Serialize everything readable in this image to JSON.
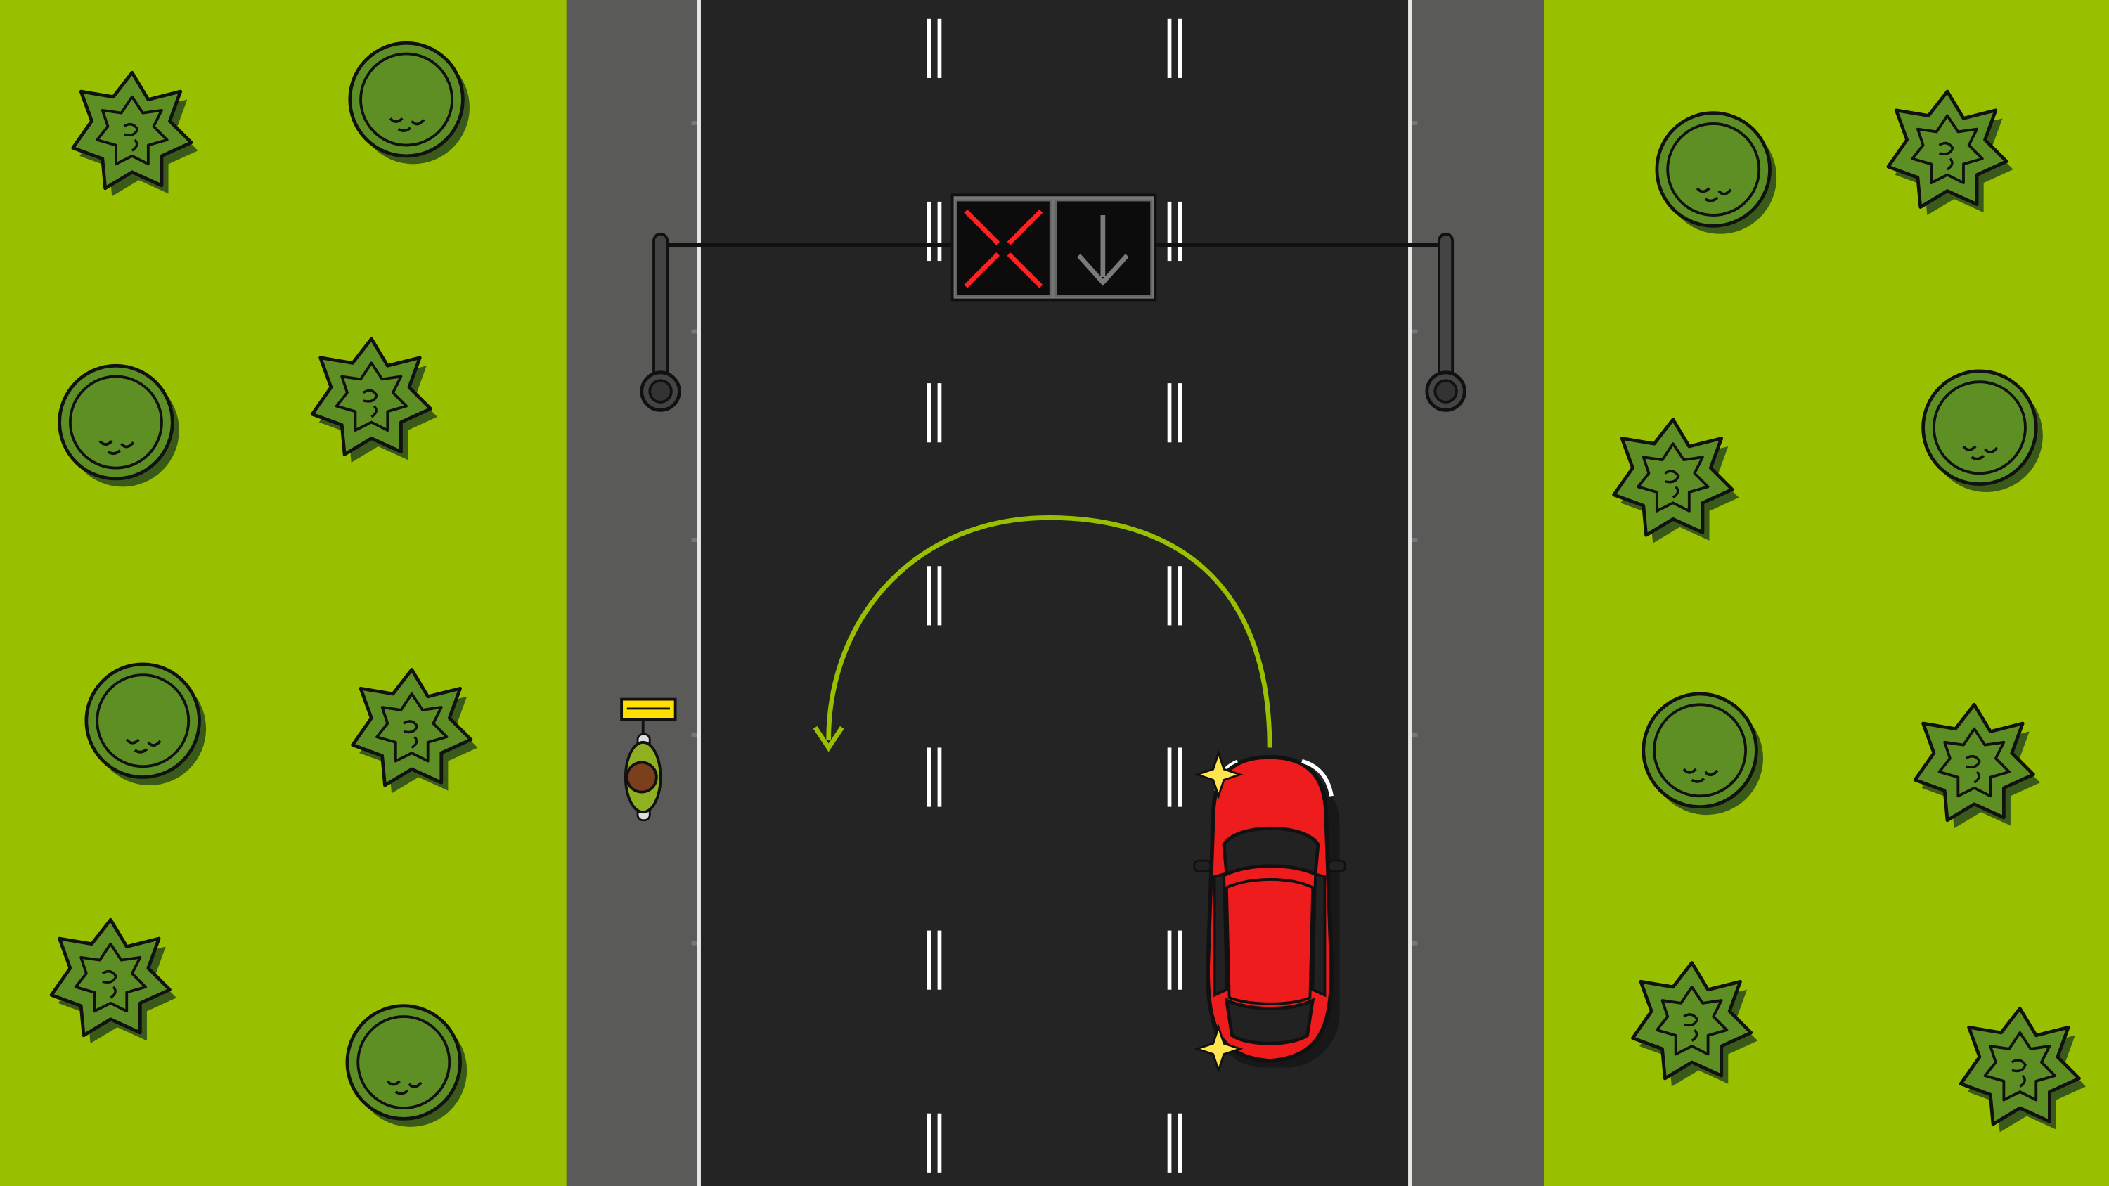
{
  "scene": {
    "colors": {
      "grass": "#98c000",
      "sidewalk": "#5a5a58",
      "road": "#242424",
      "marking": "#ffffff",
      "tree_fill": "#5e8f25",
      "tree_shadow": "#3a5a1a",
      "car_body": "#ee1c1c",
      "arrow": "#98c000",
      "sparkle": "#ffe44d",
      "lane_cross": "#ff2222",
      "lane_arrow": "#7a7a7a"
    },
    "overhead_sign": {
      "left_signal_icon": "red-x-lane-closed-icon",
      "right_signal_icon": "down-arrow-lane-open-icon"
    },
    "vehicle": {
      "type": "red-hatchback-car"
    },
    "maneuver": {
      "type": "u-turn-arrow",
      "direction": "counter-clockwise"
    },
    "pedestrian": {
      "type": "cyclist-with-yellow-sign"
    }
  }
}
